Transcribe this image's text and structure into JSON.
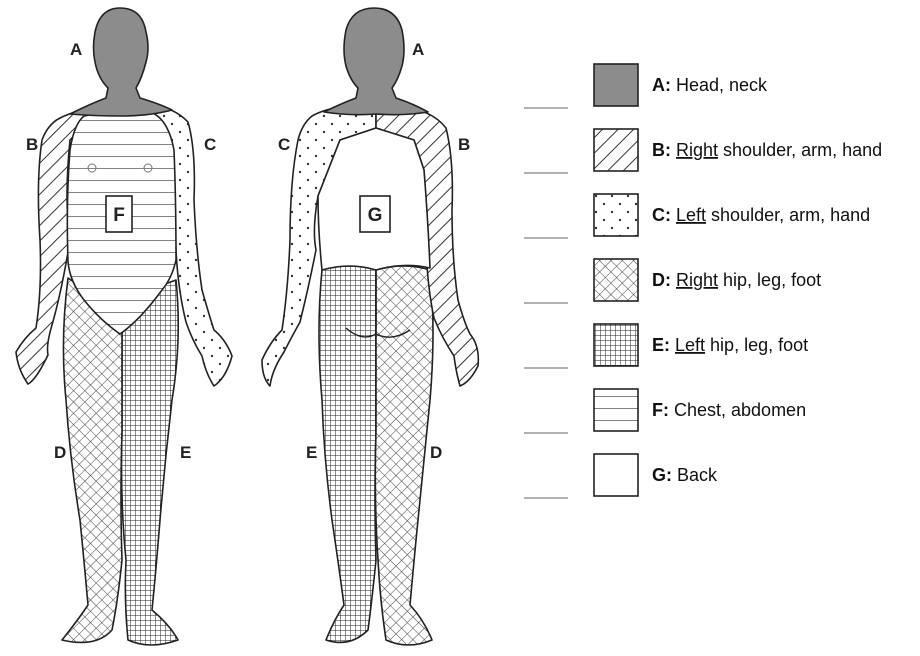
{
  "colors": {
    "head_fill": "#8c8c8c",
    "outline": "#222222",
    "pattern_line": "#333333"
  },
  "figures": {
    "front": {
      "labels": {
        "A": "A",
        "B": "B",
        "C": "C",
        "D": "D",
        "E": "E"
      },
      "box_label": "F"
    },
    "back": {
      "labels": {
        "A": "A",
        "B": "B",
        "C": "C",
        "D": "D",
        "E": "E"
      },
      "box_label": "G"
    }
  },
  "legend": [
    {
      "key": "A",
      "pattern": "solid-gray",
      "prefix": "A:",
      "underlined": "",
      "rest": " Head, neck"
    },
    {
      "key": "B",
      "pattern": "diagonal-hatch",
      "prefix": "B:",
      "underlined": "Right",
      "rest": " shoulder, arm, hand"
    },
    {
      "key": "C",
      "pattern": "dots",
      "prefix": "C:",
      "underlined": "Left",
      "rest": " shoulder, arm, hand"
    },
    {
      "key": "D",
      "pattern": "crosshatch-diagonal",
      "prefix": "D:",
      "underlined": "Right",
      "rest": " hip, leg, foot"
    },
    {
      "key": "E",
      "pattern": "grid",
      "prefix": "E:",
      "underlined": "Left",
      "rest": " hip, leg, foot"
    },
    {
      "key": "F",
      "pattern": "horizontal-lines",
      "prefix": "F:",
      "underlined": "",
      "rest": " Chest, abdomen"
    },
    {
      "key": "G",
      "pattern": "blank",
      "prefix": "G:",
      "underlined": "",
      "rest": " Back"
    }
  ]
}
